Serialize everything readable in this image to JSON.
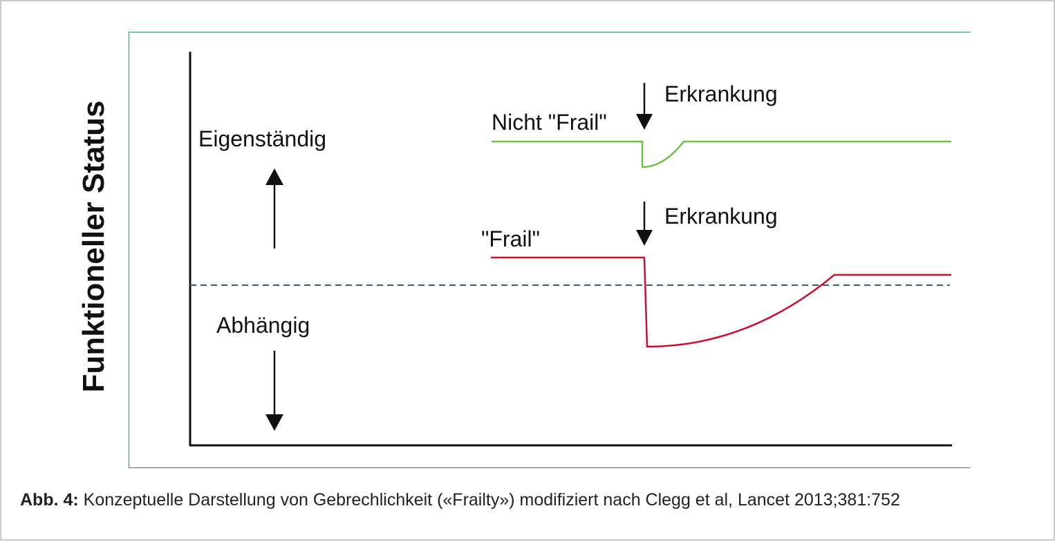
{
  "diagram": {
    "y_axis_title": "Funktioneller Status",
    "upper_region_label": "Eigenständig",
    "lower_region_label": "Abhängig",
    "curves": [
      {
        "label": "Nicht \"Frail\"",
        "color": "#6cbf45",
        "event_label": "Erkrankung"
      },
      {
        "label": "\"Frail\"",
        "color": "#c8102e",
        "event_label": "Erkrankung"
      }
    ],
    "threshold_color": "#3d5a73"
  },
  "caption": {
    "prefix": "Abb. 4:",
    "text": " Konzeptuelle Darstellung von Gebrechlichkeit («Frailty») modifiziert nach Clegg et al, Lancet 2013;381:752"
  }
}
